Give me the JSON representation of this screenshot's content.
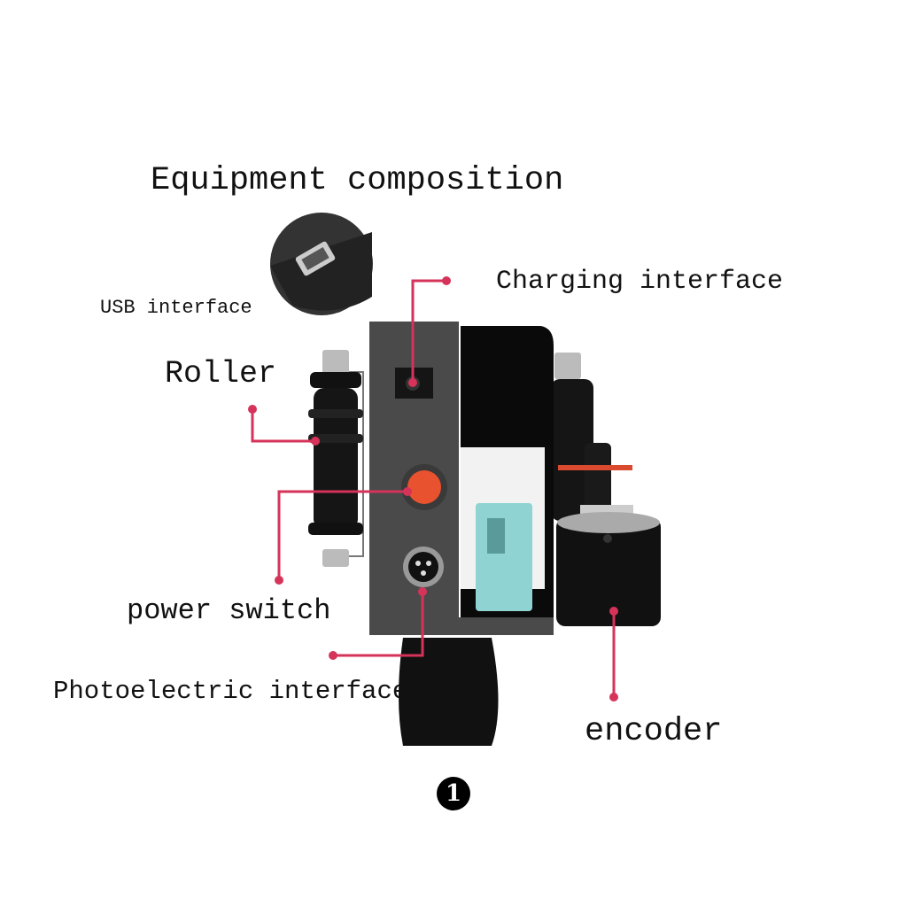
{
  "title": "Equipment composition",
  "labels": {
    "usb": "USB interface",
    "charging": "Charging interface",
    "roller": "Roller",
    "power": "power switch",
    "photo": "Photoelectric interface",
    "encoder": "encoder"
  },
  "figure_number": "1",
  "colors": {
    "callout": "#d6335a",
    "body": "#4a4a4a",
    "button": "#e9522f",
    "cartridge": "#8fd3d3"
  }
}
